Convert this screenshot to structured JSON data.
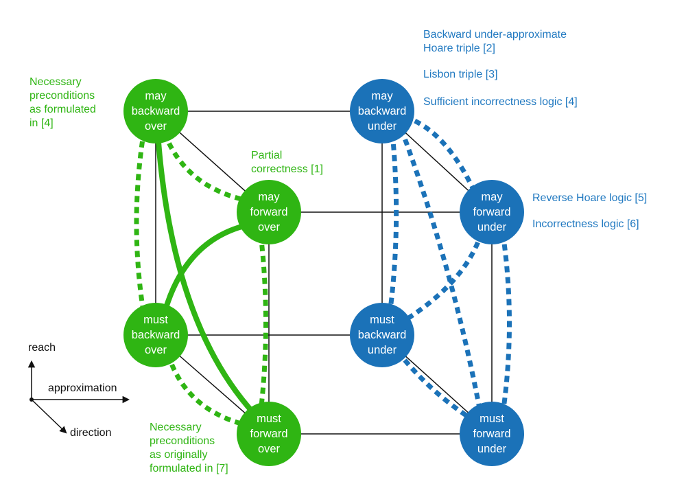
{
  "colors": {
    "green": "#2fb513",
    "blue": "#1b72b8",
    "green_text": "#2fb513",
    "blue_text": "#1f78c0",
    "edge": "#111111"
  },
  "nodes": {
    "may_backward_over": {
      "lines": [
        "may",
        "backward",
        "over"
      ]
    },
    "may_forward_over": {
      "lines": [
        "may",
        "forward",
        "over"
      ]
    },
    "must_backward_over": {
      "lines": [
        "must",
        "backward",
        "over"
      ]
    },
    "must_forward_over": {
      "lines": [
        "must",
        "forward",
        "over"
      ]
    },
    "may_backward_under": {
      "lines": [
        "may",
        "backward",
        "under"
      ]
    },
    "may_forward_under": {
      "lines": [
        "may",
        "forward",
        "under"
      ]
    },
    "must_backward_under": {
      "lines": [
        "must",
        "backward",
        "under"
      ]
    },
    "must_forward_under": {
      "lines": [
        "must",
        "forward",
        "under"
      ]
    }
  },
  "annotations": {
    "necessary_formulated": [
      "Necessary",
      "preconditions",
      "as formulated",
      "in [4]"
    ],
    "partial_correctness": [
      "Partial",
      "correctness [1]"
    ],
    "necessary_originally": [
      "Necessary",
      "preconditions",
      "as originally",
      "formulated in [7]"
    ],
    "backward_under_hoare": [
      "Backward under-approximate",
      "Hoare triple [2]"
    ],
    "lisbon": "Lisbon triple [3]",
    "sufficient_incorrectness": "Sufficient incorrectness logic [4]",
    "reverse_hoare": "Reverse Hoare logic [5]",
    "incorrectness": "Incorrectness logic [6]"
  },
  "axes": {
    "reach": "reach",
    "approximation": "approximation",
    "direction": "direction"
  }
}
